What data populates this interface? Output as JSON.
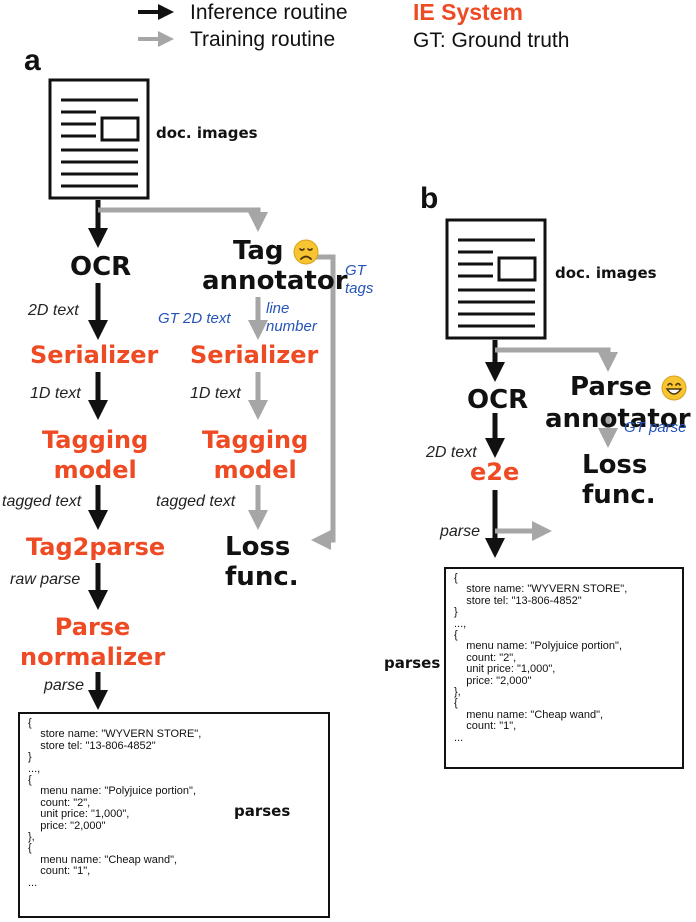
{
  "legend": {
    "inference": "Inference routine",
    "training": "Training routine",
    "system": "IE System",
    "gt": "GT: Ground truth"
  },
  "colors": {
    "accent": "#ee4a23",
    "gray_arrow": "#a6a6a6",
    "gt_blue": "#2554b8"
  },
  "panel_a": {
    "label": "a",
    "doc_label": "doc. images",
    "ocr": "OCR",
    "tag_annotator_line1": "Tag",
    "tag_annotator_line2": "annotator",
    "emoji_sad": "sad-face-icon",
    "gt_tags": "GT\ntags",
    "gt_2d_text": "GT 2D text",
    "line_number": "line\nnumber",
    "label_2d_text": "2D text",
    "serializer": "Serializer",
    "serializer_right": "Serializer",
    "label_1d_text": "1D text",
    "label_1d_text_right": "1D text",
    "tagging_model": "Tagging\nmodel",
    "tagging_model_right": "Tagging\nmodel",
    "label_tagged_text": "tagged text",
    "label_tagged_text_right": "tagged text",
    "tag2parse": "Tag2parse",
    "loss": "Loss\nfunc.",
    "label_raw_parse": "raw parse",
    "parse_normalizer": "Parse\nnormalizer",
    "label_parse": "parse",
    "parses_label": "parses",
    "parse_text": "{\n    store name: \"WYVERN STORE\",\n    store tel: \"13-806-4852\"\n}\n...,\n{\n    menu name: \"Polyjuice portion\",\n    count: \"2\",\n    unit price: \"1,000\",\n    price: \"2,000\"\n},\n{\n    menu name: \"Cheap wand\",\n    count: \"1\",\n..."
  },
  "panel_b": {
    "label": "b",
    "doc_label": "doc. images",
    "ocr": "OCR",
    "parse_annotator_line1": "Parse",
    "parse_annotator_line2": "annotator",
    "emoji_happy": "grinning-face-icon",
    "gt_parse": "GT parse",
    "label_2d_text": "2D text",
    "e2e": "e2e",
    "loss": "Loss\nfunc.",
    "label_parse": "parse",
    "parses_label": "parses",
    "parse_text": "{\n    store name: \"WYVERN STORE\",\n    store tel: \"13-806-4852\"\n}\n...,\n{\n    menu name: \"Polyjuice portion\",\n    count: \"2\",\n    unit price: \"1,000\",\n    price: \"2,000\"\n},\n{\n    menu name: \"Cheap wand\",\n    count: \"1\",\n..."
  }
}
